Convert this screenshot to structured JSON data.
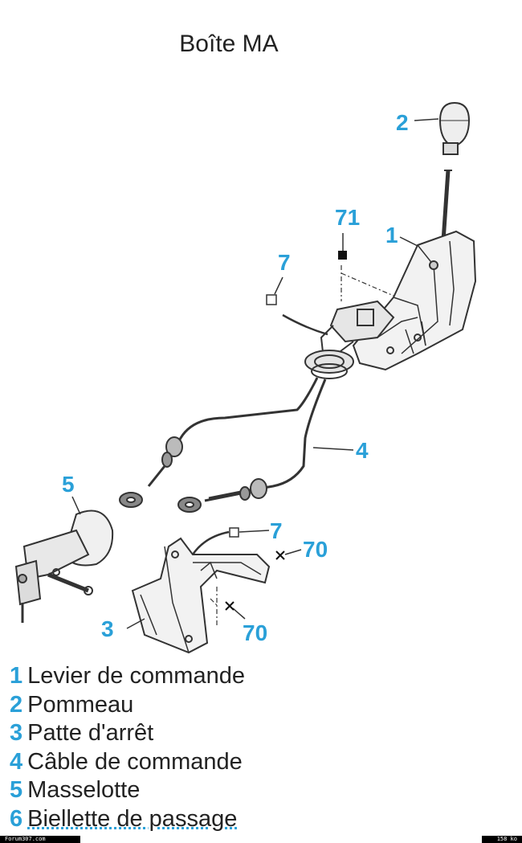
{
  "title": "Boîte MA",
  "colors": {
    "callout": "#2aa0d8",
    "line": "#333333",
    "text": "#222222"
  },
  "callouts": {
    "c2": "2",
    "c71": "71",
    "c1": "1",
    "c7a": "7",
    "c4": "4",
    "c5": "5",
    "c7b": "7",
    "c70a": "70",
    "c3": "3",
    "c70b": "70"
  },
  "legend": [
    {
      "num": "1",
      "label": "Levier de commande"
    },
    {
      "num": "2",
      "label": "Pommeau"
    },
    {
      "num": "3",
      "label": "Patte d'arrêt"
    },
    {
      "num": "4",
      "label": "Câble de commande"
    },
    {
      "num": "5",
      "label": "Masselotte"
    },
    {
      "num": "6",
      "label": "Biellette de passage"
    }
  ],
  "footer": {
    "left": "Forum307.com",
    "right": "158 ko"
  }
}
